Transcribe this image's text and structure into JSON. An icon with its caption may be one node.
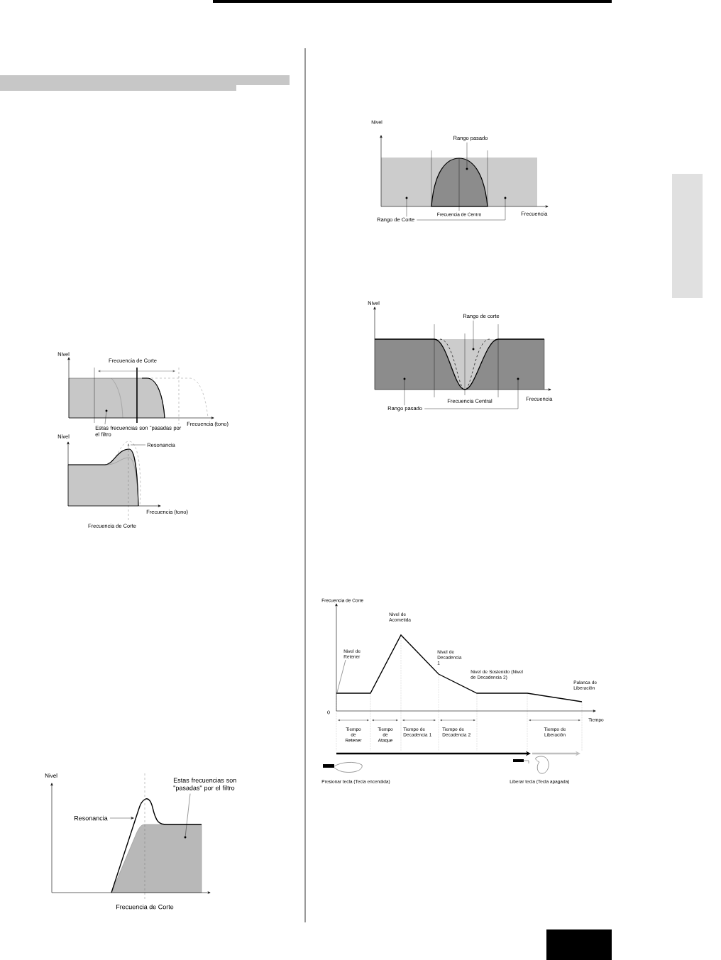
{
  "diagram": {
    "nodes": [
      {
        "text": [
          "Estas frecuencias son \"pasadas por el filtro"
        ]
      },
      {
        "text": [
          "Resonancia"
        ]
      },
      {
        "text": [
          "Estas frecuencias son \"pasadas\" por el filtro"
        ]
      },
      {
        "text": [
          "Resonancia"
        ]
      },
      {
        "text": [
          "Rango pasado"
        ]
      },
      {
        "text": [
          "Rango de Corte"
        ]
      },
      {
        "text": [
          "Rango de corte"
        ]
      },
      {
        "text": [
          "Rango pasado"
        ]
      },
      {
        "text": [
          "Nivel de Retener"
        ]
      },
      {
        "text": [],
        "shape": "circle"
      },
      {
        "text": [],
        "shape": "circle"
      },
      {
        "text": [],
        "shape": "circle"
      },
      {
        "text": [],
        "shape": "circle"
      },
      {
        "text": [],
        "shape": "circle"
      },
      {
        "text": [],
        "shape": "circle"
      },
      {
        "text": [],
        "shape": "circle"
      },
      {
        "text": [],
        "shape": "circle"
      }
    ],
    "edges": [
      {
        "from": 0,
        "to": 9,
        "arrow": "none"
      },
      {
        "from": 1,
        "to": null,
        "arrow": "none"
      },
      {
        "from": 2,
        "to": 10,
        "arrow": "none"
      },
      {
        "from": 3,
        "to": null,
        "arrow": "to"
      },
      {
        "from": 4,
        "to": 11,
        "arrow": "none"
      },
      {
        "from": 5,
        "to": 12,
        "arrow": "none"
      },
      {
        "from": 5,
        "to": 13,
        "arrow": "none"
      },
      {
        "from": 6,
        "to": 14,
        "arrow": "none"
      },
      {
        "from": 7,
        "to": 15,
        "arrow": "none"
      },
      {
        "from": 7,
        "to": 16,
        "arrow": "none"
      },
      {
        "from": 8,
        "to": null,
        "arrow": "none"
      }
    ],
    "labels": [
      "Nivel",
      "Frecuencia de Corte",
      "Frecuencia (tono)",
      "Nivel",
      "Frecuencia (tono)",
      "Frecuencia de Corte",
      "Nivel",
      "Frecuencia de Corte",
      "Nivel",
      "Frecuencia de Centro",
      "Frecuencia",
      "Nivel",
      "Frecuencia Central",
      "Frecuencia",
      "Frecuencia de Corte",
      "Nivel de Acometida",
      "Nivel de Decadencia 1",
      "Nivel de Sostenido (Nivel de Decadencia 2)",
      "Palanca de Liberación",
      "0",
      "Tiempo",
      "Tiempo de Retener",
      "Tiempo de Ataque",
      "Tiempo de Decadencia 1",
      "Tiempo de Decadencia 2",
      "Tiempo de Liberación",
      "Presionar tecla (Tecla encendida)",
      "Liberar tecla (Tecla apagada)"
    ]
  }
}
